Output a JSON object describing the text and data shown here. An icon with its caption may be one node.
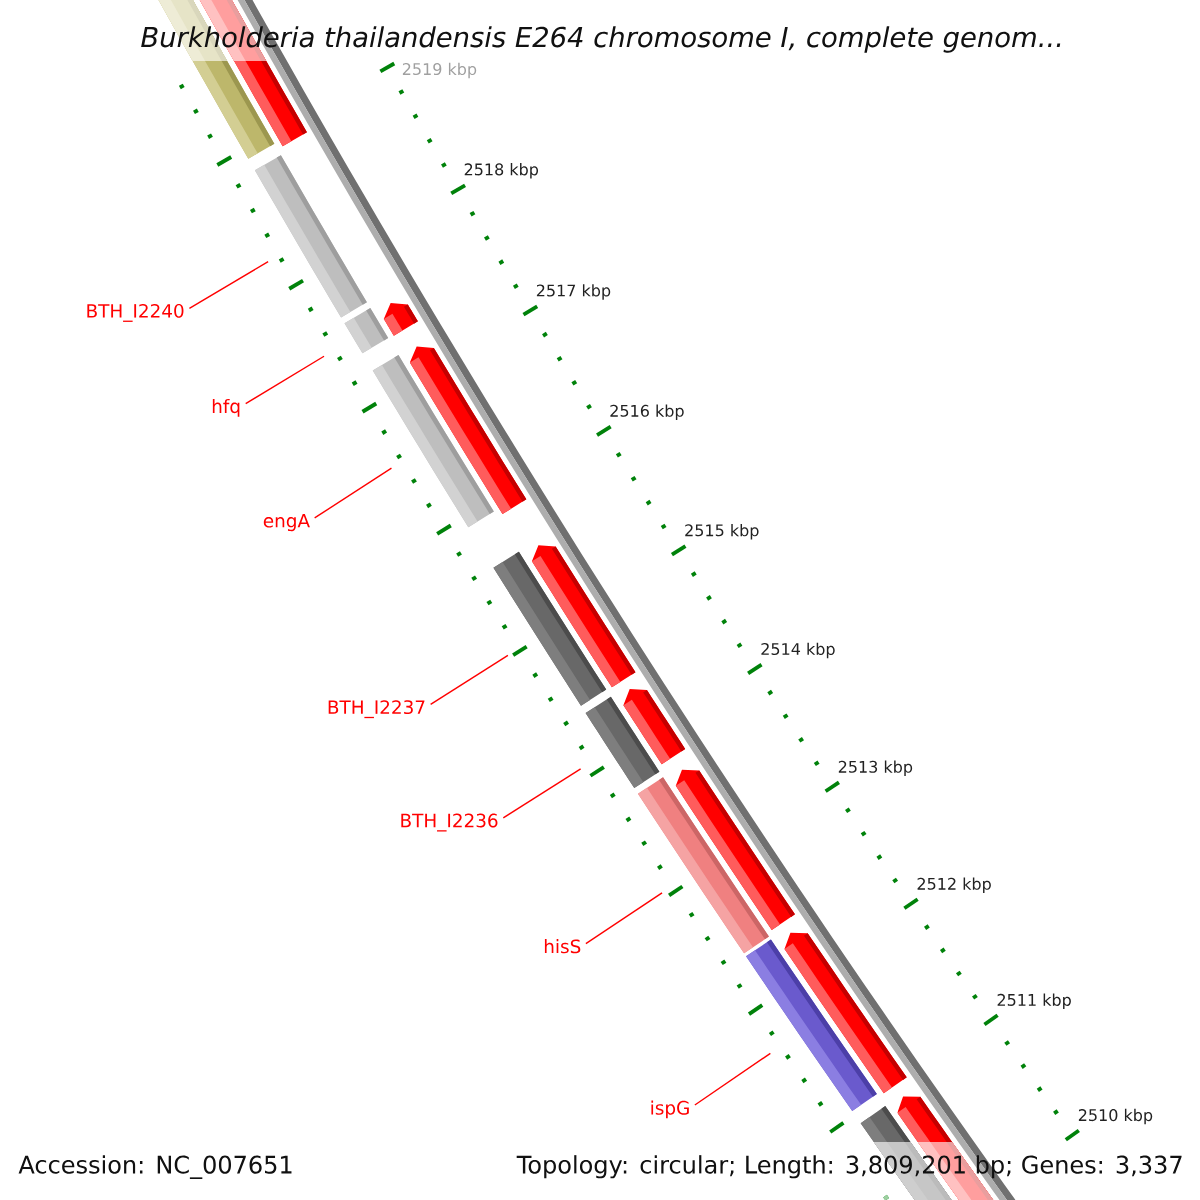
{
  "diagram": {
    "title": "Burkholderia thailandensis E264 chromosome I, complete genom...",
    "nodes": [
      {
        "text": [
          "BTH_I2240"
        ]
      },
      {
        "text": [
          "hfq"
        ]
      },
      {
        "text": [
          "engA"
        ]
      },
      {
        "text": [
          "BTH_I2237"
        ]
      },
      {
        "text": [
          "BTH_I2236"
        ]
      },
      {
        "text": [
          "hisS"
        ]
      },
      {
        "text": [
          "ispG"
        ]
      },
      {
        "text": [],
        "shape": "bar"
      },
      {
        "text": [],
        "shape": "arrow"
      },
      {
        "text": [],
        "shape": "bar"
      },
      {
        "text": [],
        "shape": "arrow"
      },
      {
        "text": [],
        "shape": "bar"
      },
      {
        "text": [],
        "shape": "arrow"
      },
      {
        "text": [],
        "shape": "bar"
      },
      {
        "text": [],
        "shape": "arrow"
      },
      {
        "text": [],
        "shape": "bar"
      },
      {
        "text": [],
        "shape": "arrow"
      },
      {
        "text": [],
        "shape": "bar"
      },
      {
        "text": [],
        "shape": "arrow"
      },
      {
        "text": [],
        "shape": "bar"
      },
      {
        "text": [],
        "shape": "arrow"
      },
      {
        "text": [],
        "shape": "bar"
      },
      {
        "text": [],
        "shape": "arrow"
      },
      {
        "text": [],
        "shape": "bar"
      }
    ],
    "edges": [
      {
        "from": 0,
        "to": 9,
        "arrow": "none"
      },
      {
        "from": 1,
        "to": 11,
        "arrow": "none"
      },
      {
        "from": 2,
        "to": 13,
        "arrow": "none"
      },
      {
        "from": 3,
        "to": 15,
        "arrow": "none"
      },
      {
        "from": 4,
        "to": 17,
        "arrow": "none"
      },
      {
        "from": 5,
        "to": 19,
        "arrow": "none"
      },
      {
        "from": 6,
        "to": 21,
        "arrow": "none"
      }
    ],
    "labels": [
      "2519 kbp",
      "2518 kbp",
      "2517 kbp",
      "2516 kbp",
      "2515 kbp",
      "2514 kbp",
      "2513 kbp",
      "2512 kbp",
      "2511 kbp",
      "2510 kbp",
      "Accession: NC_007651",
      "Topology: circular; Length: 3,809,201 bp; Genes: 3,337"
    ]
  }
}
